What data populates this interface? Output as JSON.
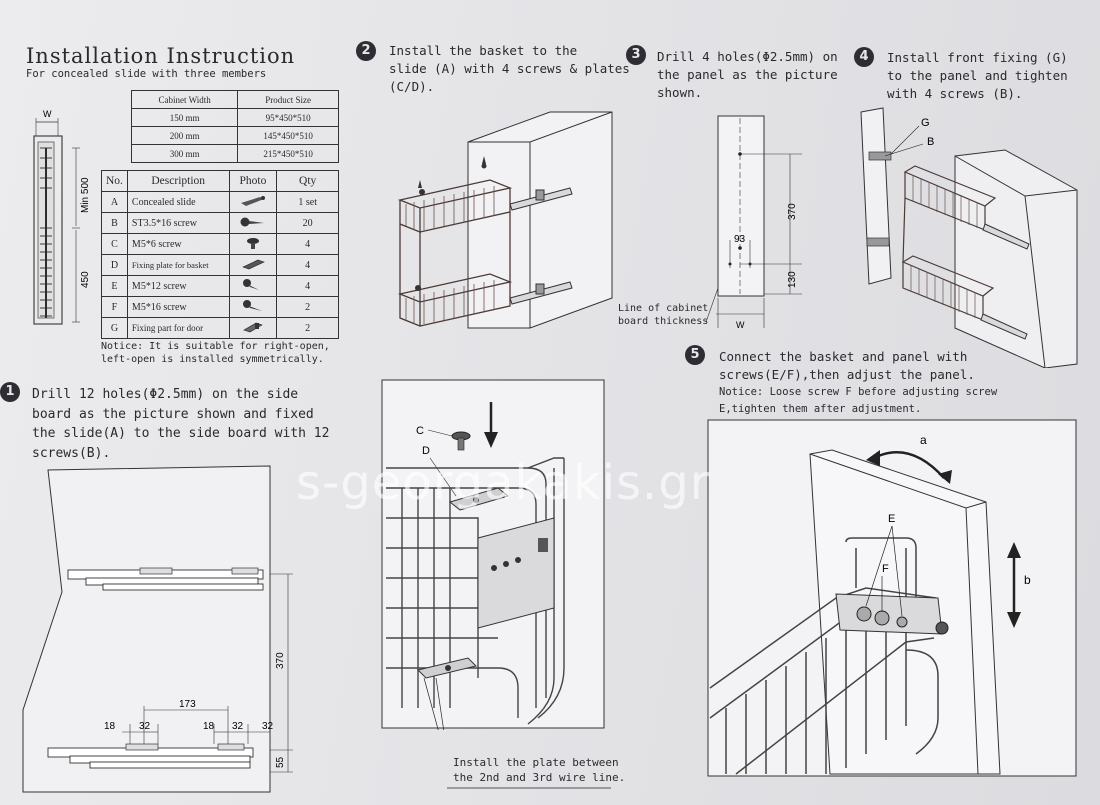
{
  "header": {
    "title": "Installation Instruction",
    "subtitle": "For concealed slide with three members"
  },
  "size_table": {
    "headers": [
      "Cabinet Width",
      "Product Size"
    ],
    "rows": [
      [
        "150 mm",
        "95*450*510"
      ],
      [
        "200 mm",
        "145*450*510"
      ],
      [
        "300 mm",
        "215*450*510"
      ]
    ]
  },
  "parts_table": {
    "headers": [
      "No.",
      "Description",
      "Photo",
      "Qty"
    ],
    "rows": [
      {
        "no": "A",
        "desc": "Concealed slide",
        "qty": "1 set",
        "photo_icon": "slide-icon"
      },
      {
        "no": "B",
        "desc": "ST3.5*16 screw",
        "qty": "20",
        "photo_icon": "screw-icon"
      },
      {
        "no": "C",
        "desc": "M5*6 screw",
        "qty": "4",
        "photo_icon": "short-screw-icon"
      },
      {
        "no": "D",
        "desc": "Fixing plate for basket",
        "qty": "4",
        "photo_icon": "plate-icon"
      },
      {
        "no": "E",
        "desc": "M5*12 screw",
        "qty": "4",
        "photo_icon": "screw-icon"
      },
      {
        "no": "F",
        "desc": "M5*16 screw",
        "qty": "2",
        "photo_icon": "screw-icon"
      },
      {
        "no": "G",
        "desc": "Fixing part for door",
        "qty": "2",
        "photo_icon": "bracket-icon"
      }
    ]
  },
  "notice": {
    "line1": "Notice: It is suitable for right-open,",
    "line2": "left-open is installed symmetrically."
  },
  "side_figure": {
    "w": "W",
    "min": "Min 500",
    "dim": "450"
  },
  "steps": {
    "s1": {
      "num": "1",
      "lines": [
        "Drill 12 holes(Φ2.5mm) on the side",
        "board as the picture shown and fixed",
        "the slide(A) to the side board with 12",
        "screws(B)."
      ]
    },
    "s2": {
      "num": "2",
      "lines": [
        "Install the basket to the",
        "slide (A) with 4 screws & plates",
        "(C/D)."
      ]
    },
    "s3": {
      "num": "3",
      "lines": [
        "Drill 4 holes(Φ2.5mm) on",
        "the panel as the picture",
        "shown."
      ]
    },
    "s4": {
      "num": "4",
      "lines": [
        "Install front fixing (G)",
        "to the panel and tighten",
        "with 4 screws (B)."
      ]
    },
    "s5": {
      "num": "5",
      "lines": [
        "Connect the basket and panel with",
        "screws(E/F),then adjust the panel."
      ],
      "notice_lines": [
        "Notice: Loose screw F before adjusting screw",
        "E,tighten them after adjustment."
      ]
    }
  },
  "fig1_dims": {
    "d370": "370",
    "d173": "173",
    "d18a": "18",
    "d32a": "32",
    "d18b": "18",
    "d32b": "32",
    "d32c": "32",
    "d55": "55"
  },
  "fig3": {
    "d370": "370",
    "d93": "93",
    "d130": "130",
    "w": "W",
    "label_line1": "Line of cabinet",
    "label_line2": "board thickness"
  },
  "fig4": {
    "g": "G",
    "b": "B"
  },
  "fig_cd": {
    "c": "C",
    "d": "D",
    "caption_line1": "Install the plate between",
    "caption_line2": "the 2nd and 3rd wire line."
  },
  "fig5": {
    "a": "a",
    "b": "b",
    "e": "E",
    "f": "F"
  },
  "watermark": "s-georgakakis.gr"
}
